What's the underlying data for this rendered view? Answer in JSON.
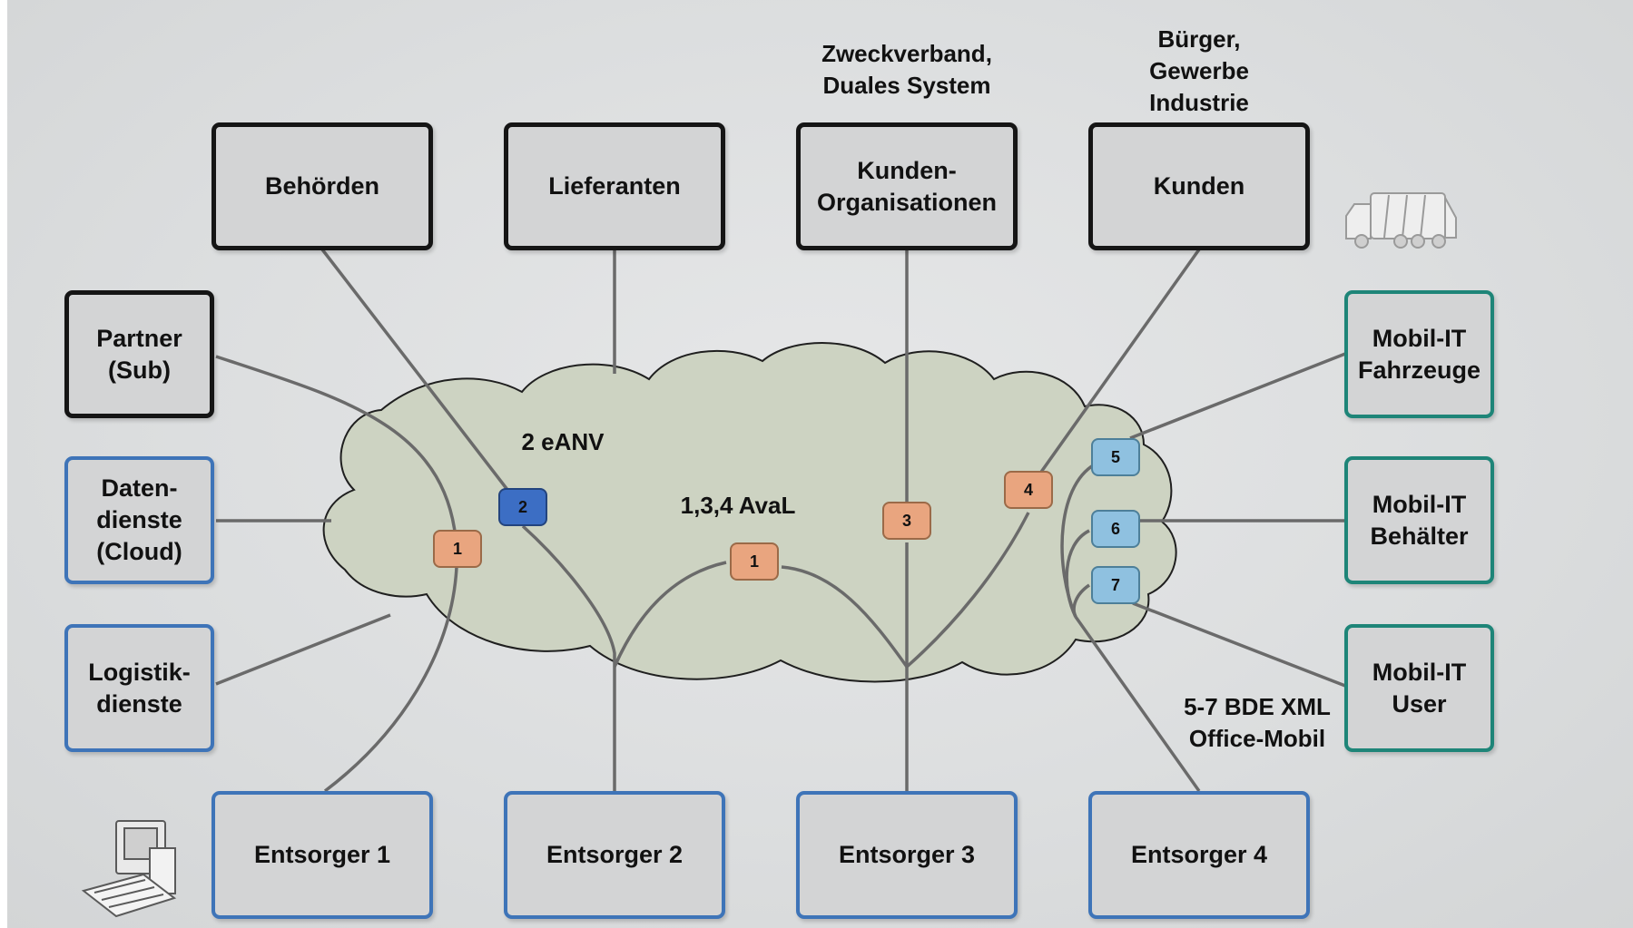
{
  "top_labels": {
    "zweck": [
      "Zweckverband,",
      "Duales System"
    ],
    "buerger": [
      "Bürger,",
      "Gewerbe",
      "Industrie"
    ]
  },
  "boxes": {
    "behoerden": [
      "Behörden"
    ],
    "lieferanten": [
      "Lieferanten"
    ],
    "kunden_org": [
      "Kunden-",
      "Organisationen"
    ],
    "kunden": [
      "Kunden"
    ],
    "partner": [
      "Partner",
      "(Sub)"
    ],
    "datendienste": [
      "Daten-",
      "dienste",
      "(Cloud)"
    ],
    "logistik": [
      "Logistik-",
      "dienste"
    ],
    "mobil_fahrzeuge": [
      "Mobil-IT",
      "Fahrzeuge"
    ],
    "mobil_behaelter": [
      "Mobil-IT",
      "Behälter"
    ],
    "mobil_user": [
      "Mobil-IT",
      "User"
    ],
    "entsorger1": [
      "Entsorger 1"
    ],
    "entsorger2": [
      "Entsorger 2"
    ],
    "entsorger3": [
      "Entsorger 3"
    ],
    "entsorger4": [
      "Entsorger 4"
    ]
  },
  "cloud_labels": {
    "eanv": "2 eANV",
    "aval": "1,3,4 AvaL",
    "bde": [
      "5-7 BDE XML",
      "Office-Mobil"
    ]
  },
  "badges": {
    "b1_left": "1",
    "b2": "2",
    "b1_mid": "1",
    "b3": "3",
    "b4": "4",
    "b5": "5",
    "b6": "6",
    "b7": "7"
  },
  "colors": {
    "cloud_fill": "#cdd3c2",
    "black_border": "#151515",
    "blue_border": "#3e74b8",
    "teal_border": "#1e8578",
    "line": "#6a6a6a",
    "badge_orange": "#e9a57f",
    "badge_navy": "#3c6ec4",
    "badge_light": "#8fc1e0"
  },
  "icons": [
    "computer-icon",
    "garbage-truck-icon"
  ]
}
